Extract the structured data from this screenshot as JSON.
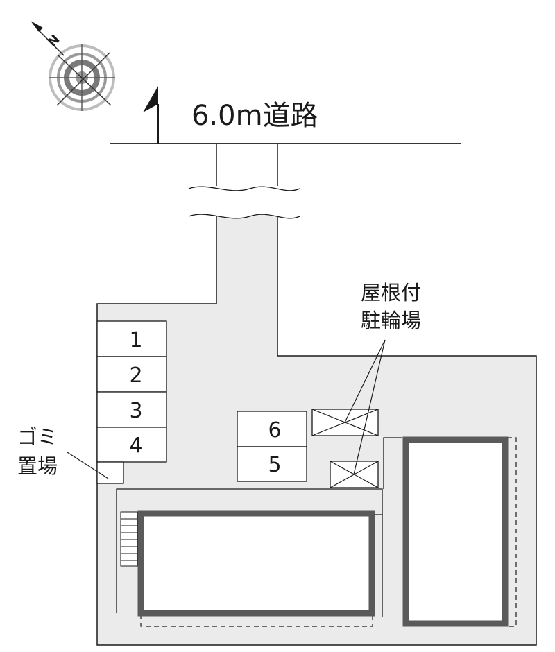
{
  "road": {
    "label": "6.0m道路"
  },
  "compass": {
    "north_letter": "N"
  },
  "parking": {
    "spaces": [
      "1",
      "2",
      "3",
      "4",
      "6",
      "5"
    ]
  },
  "bicycle_parking": {
    "line1": "屋根付",
    "line2": "駐輪場"
  },
  "garbage_area": {
    "line1": "ゴミ",
    "line2": "置場"
  },
  "colors": {
    "site_fill": "#ebebeb",
    "building_wall": "#5a5a5a",
    "line": "#1a1a1a"
  }
}
